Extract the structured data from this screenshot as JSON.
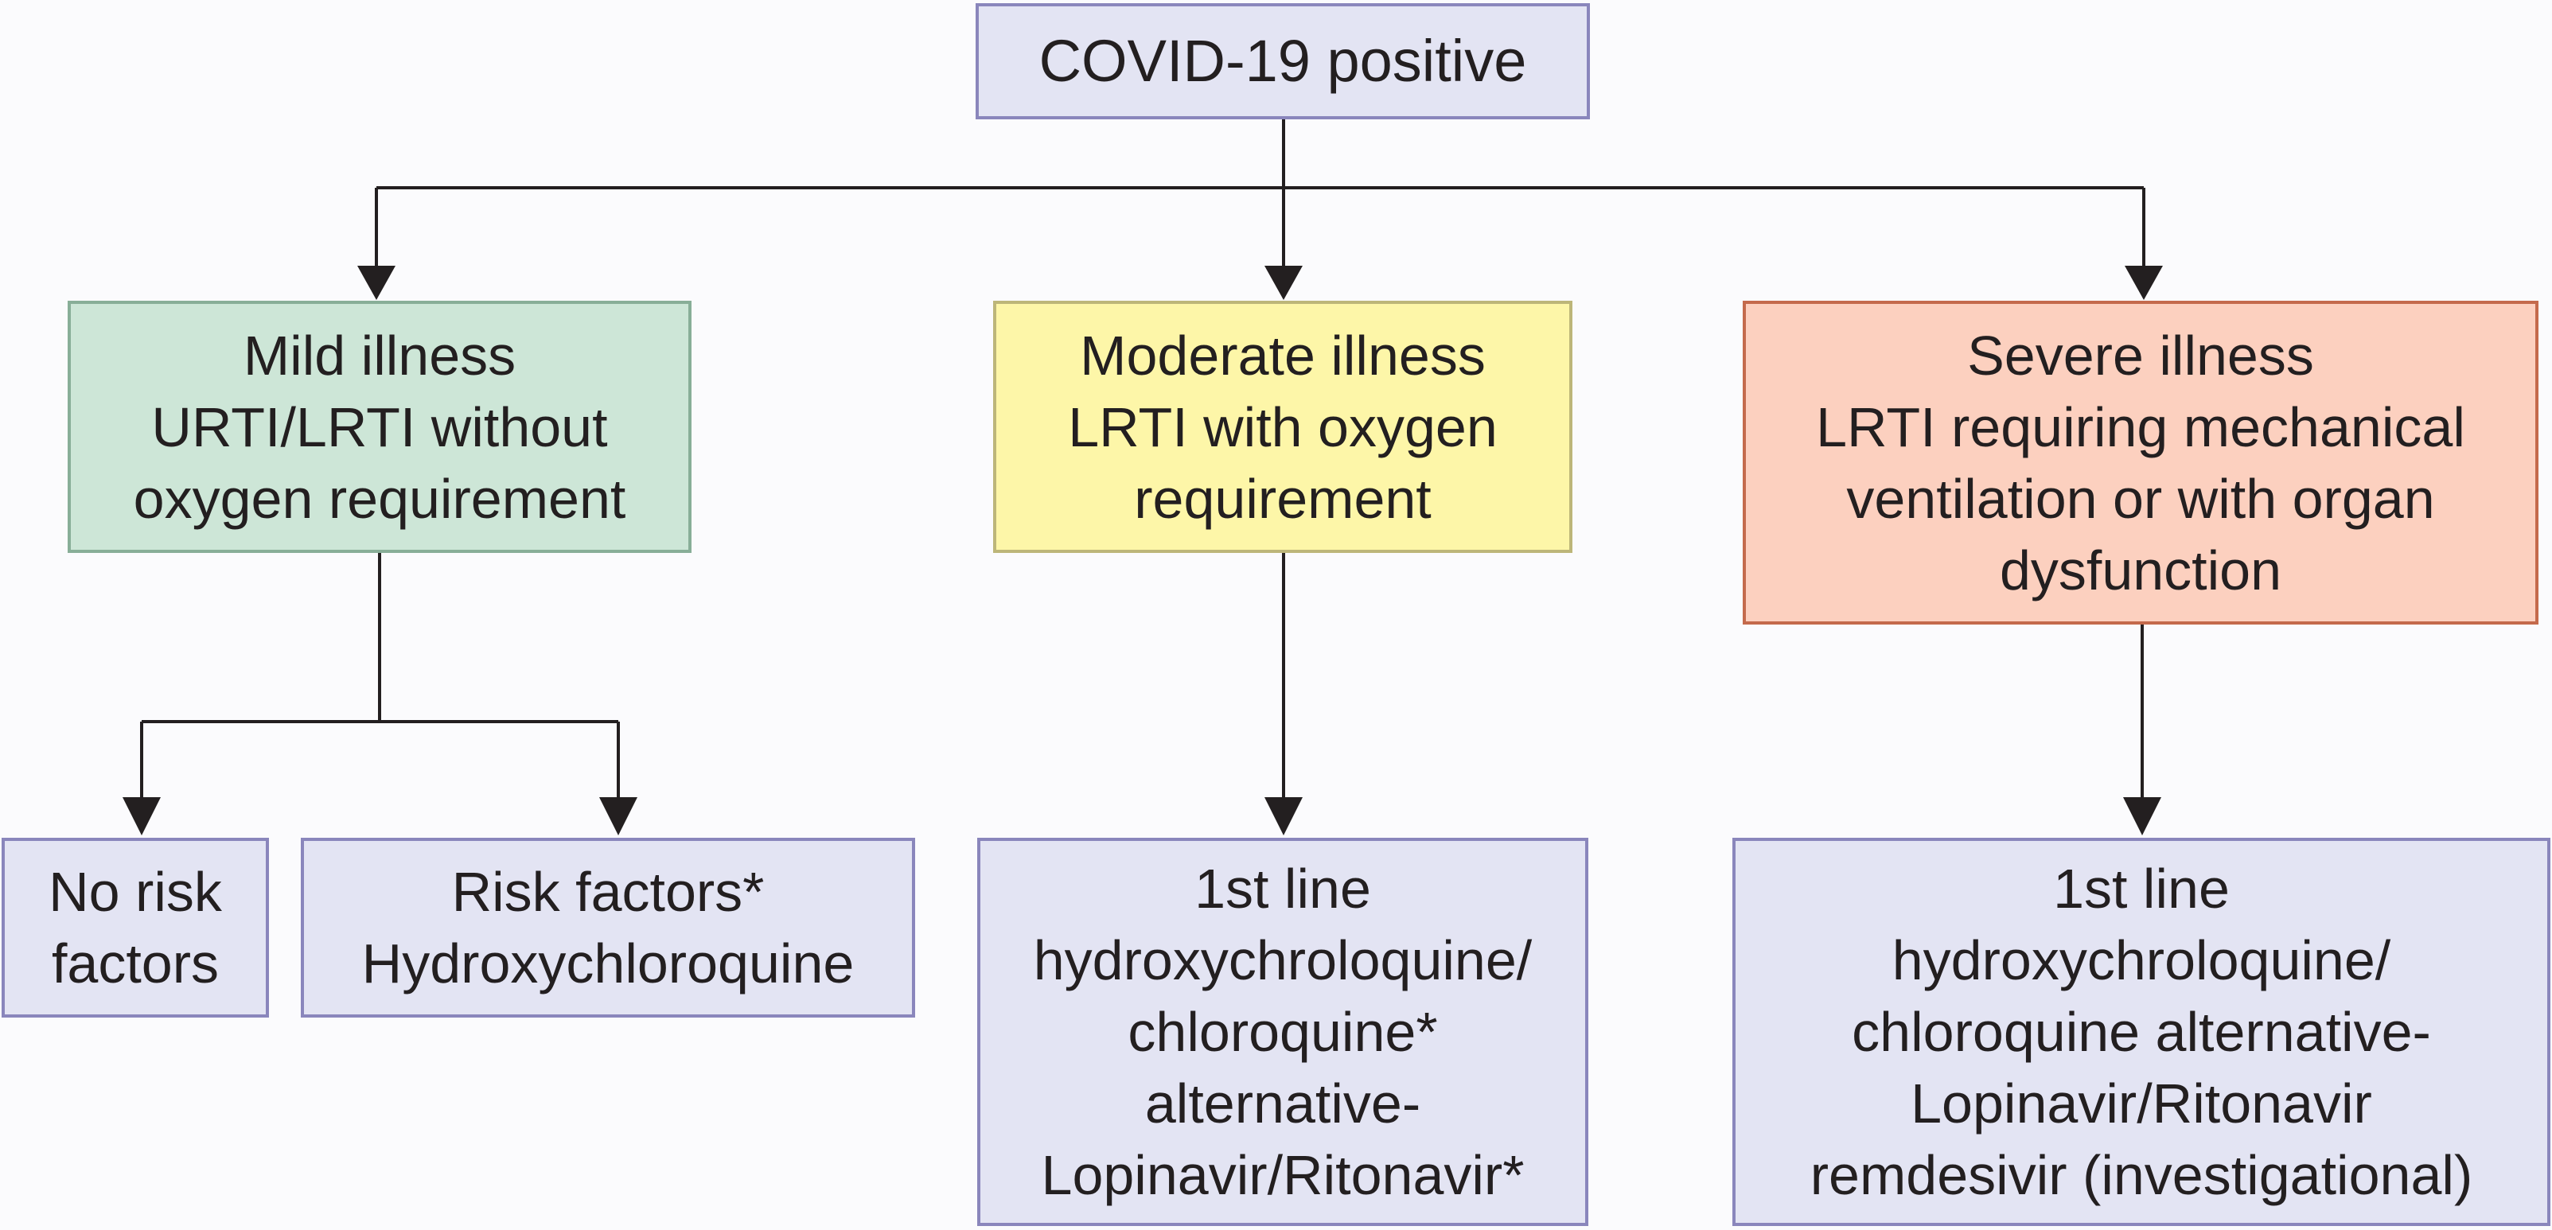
{
  "flowchart": {
    "root": {
      "lines": [
        "COVID-19 positive"
      ]
    },
    "mild": {
      "lines": [
        "Mild illness",
        "URTI/LRTI without",
        "oxygen requirement"
      ],
      "fill": "#cde6d7",
      "border": "#88ae98"
    },
    "moderate": {
      "lines": [
        "Moderate illness",
        "LRTI with oxygen",
        "requirement"
      ],
      "fill": "#fdf6a8",
      "border": "#bdb679"
    },
    "severe": {
      "lines": [
        "Severe illness",
        "LRTI requiring mechanical",
        "ventilation or with organ",
        "dysfunction"
      ],
      "fill": "#fcd0bf",
      "border": "#c46a4c"
    },
    "no_risk": {
      "lines": [
        "No risk",
        "factors"
      ]
    },
    "risk": {
      "lines": [
        "Risk factors*",
        "Hydroxychloroquine"
      ]
    },
    "moderate_treatment": {
      "lines": [
        "1st line",
        "hydroxychroloquine/",
        "chloroquine*",
        "alternative-",
        "Lopinavir/Ritonavir*"
      ]
    },
    "severe_treatment": {
      "lines": [
        "1st line",
        "hydroxychroloquine/",
        "chloroquine alternative-",
        "Lopinavir/Ritonavir",
        "remdesivir (investigational)"
      ]
    },
    "treatment_fill": "#e3e4f3",
    "treatment_border": "#8a86bc",
    "connector_color": "#231f20"
  }
}
